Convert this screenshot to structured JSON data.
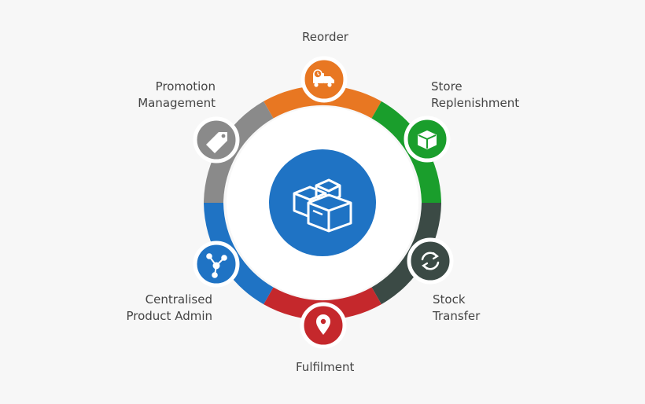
{
  "stages": [
    {
      "id": "reorder",
      "lines": [
        "Reorder"
      ],
      "icon": "delivery-truck-icon",
      "color": "#e87722"
    },
    {
      "id": "store-replenishment",
      "lines": [
        "Store",
        "Replenishment"
      ],
      "icon": "box-icon",
      "color": "#1a9e2c"
    },
    {
      "id": "stock-transfer",
      "lines": [
        "Stock",
        "Transfer"
      ],
      "icon": "refresh-arrows-icon",
      "color": "#3b4a45"
    },
    {
      "id": "fulfilment",
      "lines": [
        "Fulfilment"
      ],
      "icon": "location-pin-icon",
      "color": "#c5282c"
    },
    {
      "id": "centralised-product-admin",
      "lines": [
        "Centralised",
        "Product Admin"
      ],
      "icon": "network-icon",
      "color": "#1f73c4"
    },
    {
      "id": "promotion-management",
      "lines": [
        "Promotion",
        "Management"
      ],
      "icon": "price-tag-icon",
      "color": "#8a8a8a"
    }
  ],
  "center": {
    "icon": "stacked-boxes-icon",
    "color": "#1f73c4"
  }
}
